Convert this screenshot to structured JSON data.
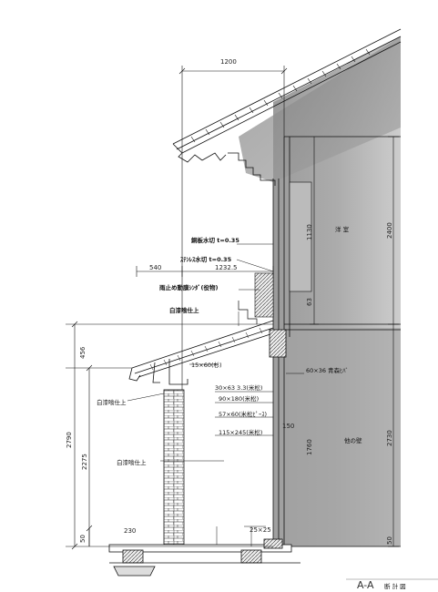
{
  "dims": {
    "top_1200": "1200",
    "d540": "540",
    "d12325": "1232.5",
    "d456": "456",
    "d2790": "2790",
    "d2275": "2275",
    "d1130": "1130",
    "d2400": "2400",
    "d2730": "2730",
    "d1760": "1760",
    "d50": "50",
    "d230": "230",
    "d150": "150",
    "d25x25": "25×25",
    "d63": "63"
  },
  "labels": {
    "room": "洋 室",
    "other": "他の壁",
    "copper": "銅板水切 t=0.35",
    "stainless": "ｽﾃﾝﾚｽ水切 t=0.35",
    "sealant": "雨止め動膜ｼﾝﾀﾞ(役物)",
    "white_plaster_1": "白漆喰仕上",
    "white_plaster_2": "白漆喰仕上",
    "white_plaster_3": "白漆喰仕上",
    "m15x60": "15×60(杉)",
    "m30x63": "30×63  3.3(米松)",
    "m90x180": "90×180(米松)",
    "m57x60": "57×60(米松ﾋﾟｰｽ)",
    "m115x245": "115×245(米松)",
    "m60x36": "60×36 青森ﾋﾊﾞ",
    "title_main": "A-A",
    "title_sub": "断 計 図"
  }
}
